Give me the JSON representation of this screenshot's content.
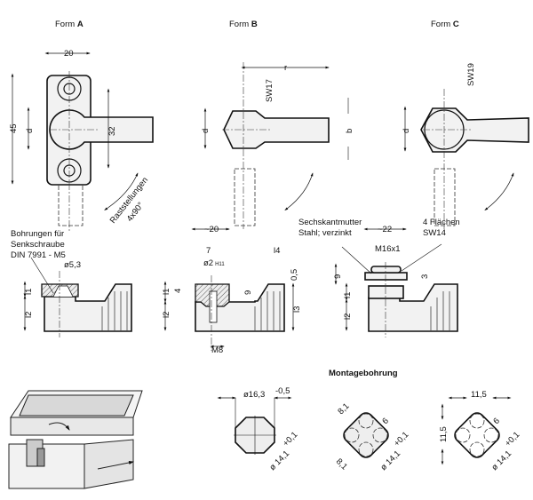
{
  "forms": [
    {
      "prefix": "Form ",
      "letter": "A"
    },
    {
      "prefix": "Form ",
      "letter": "B"
    },
    {
      "prefix": "Form ",
      "letter": "C"
    }
  ],
  "form_a": {
    "width": "20",
    "height": "45",
    "d": "d",
    "hole_spacing": "32",
    "detent_line1": "Raststellungen",
    "detent_line2": "4x90°"
  },
  "form_b": {
    "r": "r",
    "sw": "SW17",
    "d": "d",
    "b": "b"
  },
  "form_c": {
    "sw": "SW19",
    "d": "d"
  },
  "side_a": {
    "note": [
      "Bohrungen für",
      "Senkschraube",
      "DIN 7991 - M5"
    ],
    "hole": "ø5,3",
    "l1": "l1",
    "l2": "l2"
  },
  "side_b": {
    "approx": "~20",
    "seven": "7",
    "l4": "l4",
    "pin": "ø2",
    "pin_tol": "H11",
    "gap": "0,5",
    "four": "4",
    "nine": "9",
    "l1": "l1",
    "l2": "l2",
    "l3": "l3",
    "thread": "M8"
  },
  "side_c": {
    "nut": [
      "Sechskantmutter",
      "Stahl; verzinkt"
    ],
    "approx": "~22",
    "flats": [
      "4 Flächen",
      "SW14"
    ],
    "thread": "M16x1",
    "nine": "9",
    "three": "3",
    "l1": "l1",
    "l2": "l2"
  },
  "mounting": {
    "title": "Montagebohrung",
    "hole1": {
      "dia": "ø16,3",
      "tol": "-0,5",
      "flat": "ø 14,1",
      "flat_tol": "+0,1"
    },
    "hole2": {
      "pitch_a": "8,1",
      "pitch_b": "8,1",
      "six": "6",
      "flat": "ø 14,1",
      "flat_tol": "+0,1"
    },
    "hole3": {
      "width": "11,5",
      "height": "11,5",
      "six": "6",
      "flat": "ø 14,1",
      "flat_tol": "+0,1"
    }
  }
}
